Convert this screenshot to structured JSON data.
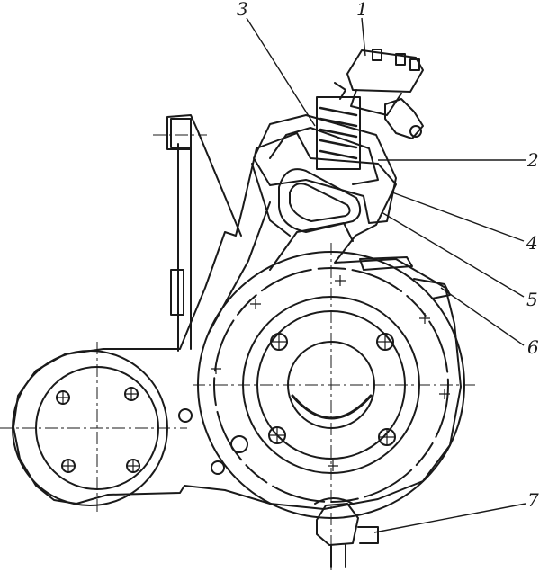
{
  "callouts": [
    {
      "id": "1",
      "label": "1"
    },
    {
      "id": "2",
      "label": "2"
    },
    {
      "id": "3",
      "label": "3"
    },
    {
      "id": "4",
      "label": "4"
    },
    {
      "id": "5",
      "label": "5"
    },
    {
      "id": "6",
      "label": "6"
    },
    {
      "id": "7",
      "label": "7"
    }
  ],
  "colors": {
    "ink": "#1a1a1a",
    "paper": "#ffffff"
  }
}
